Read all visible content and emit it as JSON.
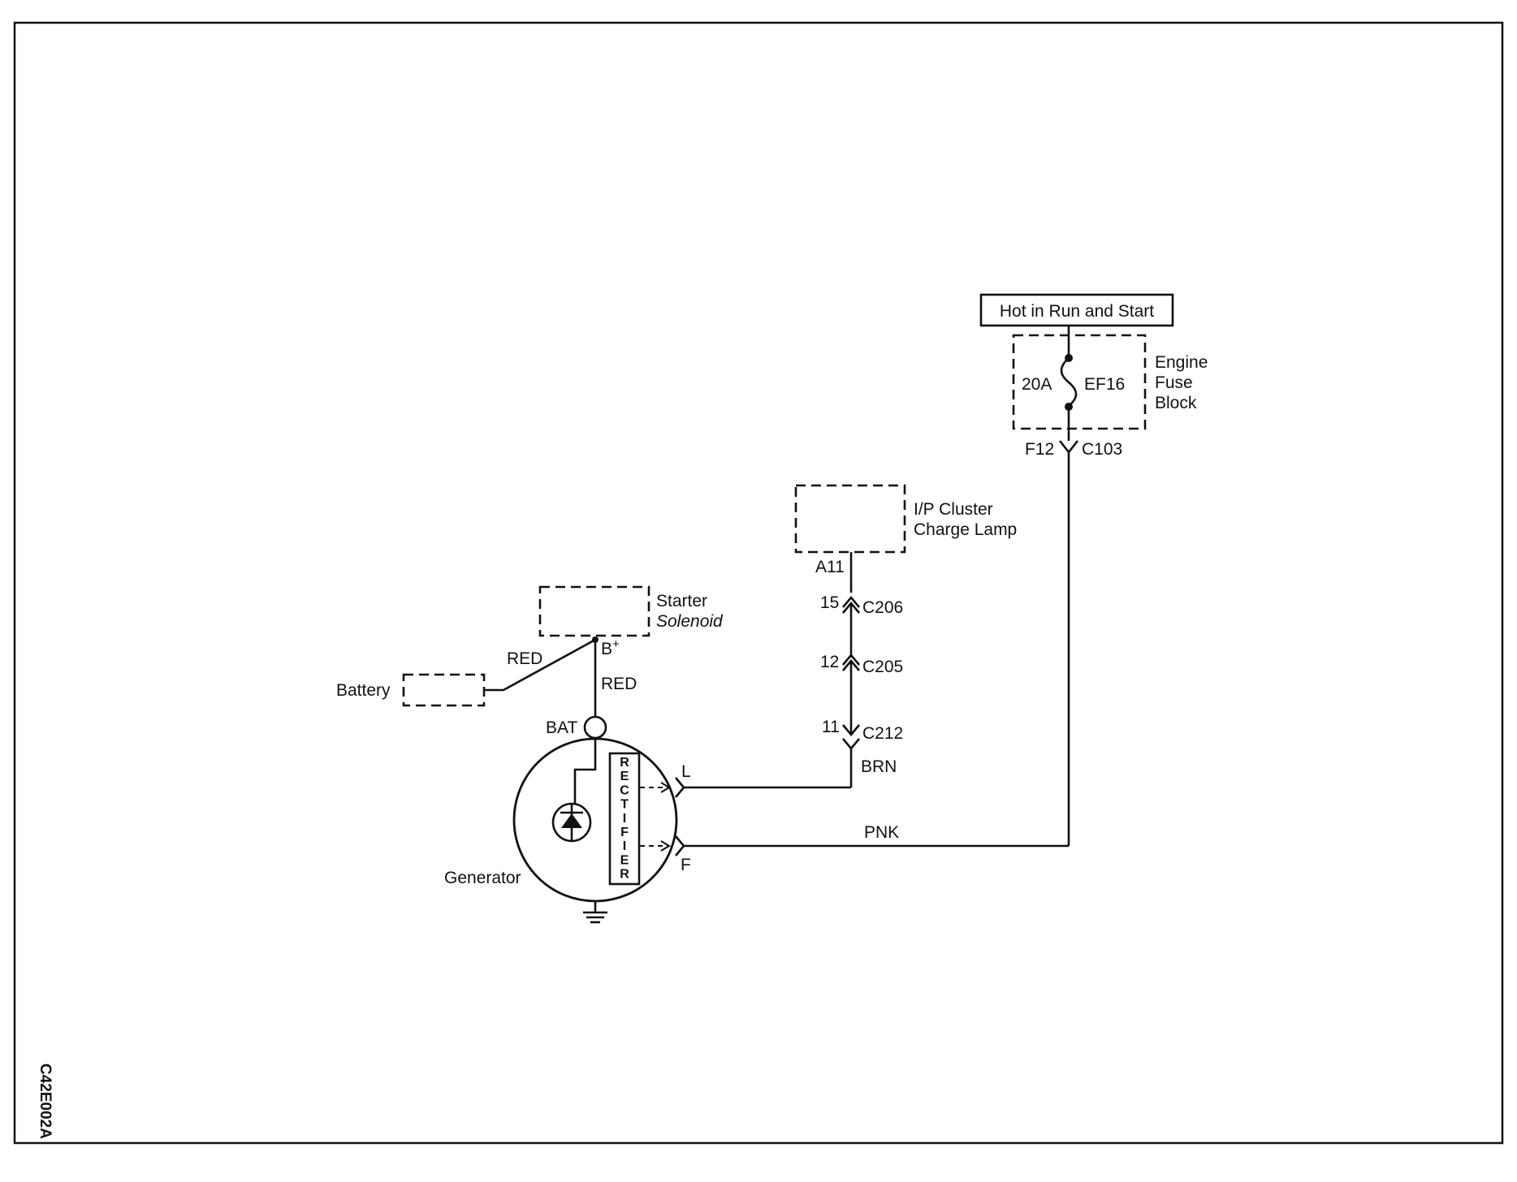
{
  "diagram": {
    "frame_code": "C42E002A",
    "power_source": "Hot in Run and Start",
    "fuse_block": {
      "label_line1": "Engine",
      "label_line2": "Fuse",
      "label_line3": "Block",
      "fuse_rating": "20A",
      "fuse_id": "EF16",
      "pin": "F12",
      "connector": "C103"
    },
    "cluster": {
      "label_line1": "I/P Cluster",
      "label_line2": "Charge Lamp",
      "pin": "A11"
    },
    "connectors": [
      {
        "pin": "15",
        "id": "C206"
      },
      {
        "pin": "12",
        "id": "C205"
      },
      {
        "pin": "11",
        "id": "C212"
      }
    ],
    "starter": {
      "label_line1": "Starter",
      "label_line2": "Solenoid",
      "terminal": "B",
      "terminal_sup": "+"
    },
    "battery": {
      "label": "Battery"
    },
    "generator": {
      "label": "Generator",
      "terminal_bat": "BAT",
      "terminal_l": "L",
      "terminal_f": "F",
      "rectifier_letters": [
        "R",
        "E",
        "C",
        "T",
        "I",
        "F",
        "I",
        "E",
        "R"
      ]
    },
    "wires": {
      "red_battery": "RED",
      "red_generator": "RED",
      "brn": "BRN",
      "pnk": "PNK"
    }
  }
}
